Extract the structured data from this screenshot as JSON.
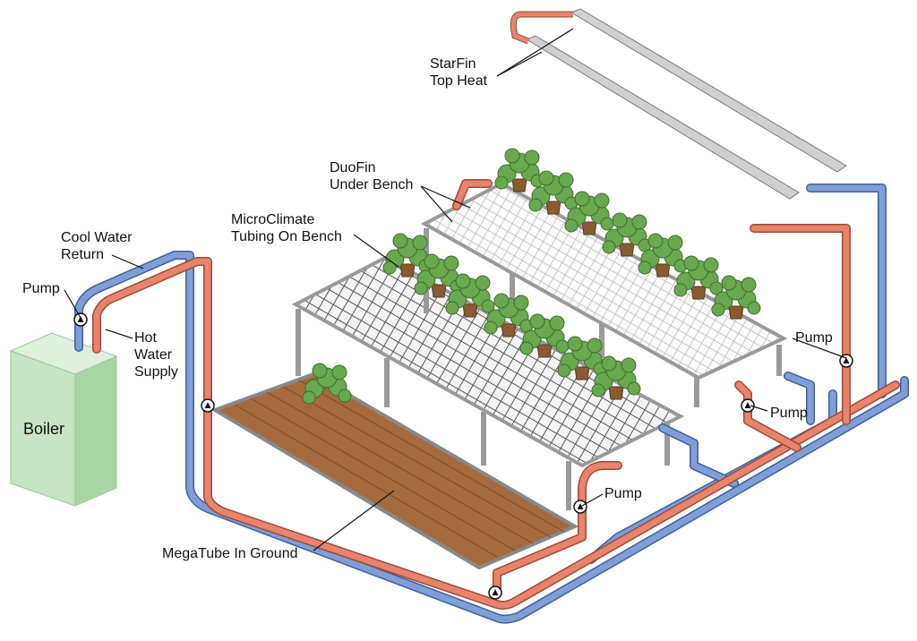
{
  "labels": {
    "starfin": [
      "StarFin",
      "Top Heat"
    ],
    "duofin": [
      "DuoFin",
      "Under Bench"
    ],
    "microclimate": [
      "MicroClimate",
      "Tubing On Bench"
    ],
    "cool_water": [
      "Cool Water",
      "Return"
    ],
    "pump_boiler": "Pump",
    "hot_water": [
      "Hot",
      "Water",
      "Supply"
    ],
    "boiler": "Boiler",
    "megatube": "MegaTube In Ground",
    "pump_right_top": "Pump",
    "pump_right_mid": "Pump",
    "pump_center": "Pump"
  },
  "colors": {
    "hot": "#e8846c",
    "cool": "#7f9fd6",
    "boiler": "#c6e5c3",
    "soil": "#a56a3e",
    "plant": "#6aa84f"
  }
}
